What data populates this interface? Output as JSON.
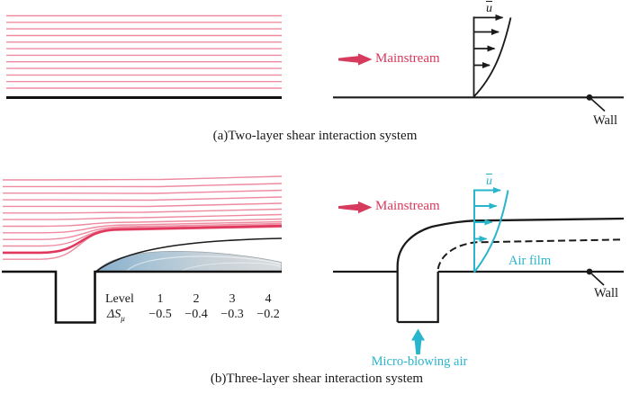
{
  "colors": {
    "streamline_pink": "#ee8ba0",
    "streamline_dense_red": "#e1395e",
    "mainstream_crimson": "#d63a5c",
    "blowing_cyan": "#29b5cc",
    "line_black": "#1a1a1a",
    "film_contour_blue": "#8fb3cc",
    "film_contour_gray": "#d9dcdf"
  },
  "panel_a": {
    "caption": "(a)Two-layer shear interaction system",
    "mainstream_label": "Mainstream",
    "velocity_label": "u",
    "wall_label": "Wall"
  },
  "panel_b": {
    "caption": "(b)Three-layer shear interaction system",
    "mainstream_label": "Mainstream",
    "velocity_label": "u",
    "wall_label": "Wall",
    "air_film_label": "Air film",
    "micro_blowing_label": "Micro-blowing air",
    "legend": {
      "level_label": "Level",
      "delta_label": "ΔS",
      "delta_sub": "μ",
      "levels": [
        "1",
        "2",
        "3",
        "4"
      ],
      "values": [
        "−0.5",
        "−0.4",
        "−0.3",
        "−0.2"
      ]
    }
  }
}
